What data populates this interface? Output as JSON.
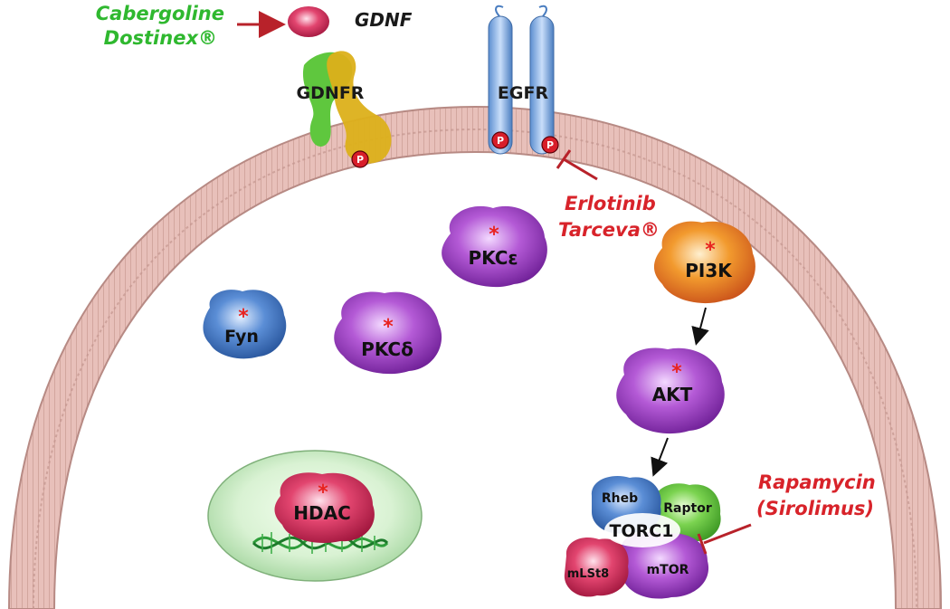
{
  "drugs": {
    "cabergoline_line1": "Cabergoline",
    "cabergoline_line2": "Dostinex®",
    "erlotinib_line1": "Erlotinib",
    "erlotinib_line2": "Tarceva®",
    "rapamycin_line1": "Rapamycin",
    "rapamycin_line2": "(Sirolimus)"
  },
  "receptors": {
    "gdnf": "GDNF",
    "gdnfr": "GDNFR",
    "egfr": "EGFR",
    "phospho": "P"
  },
  "kinases": {
    "pkce": "PKCε",
    "pkcd": "PKCδ",
    "fyn": "Fyn",
    "pi3k": "PI3K",
    "akt": "AKT",
    "hdac": "HDAC",
    "star": "*"
  },
  "torc1_complex": {
    "rheb": "Rheb",
    "raptor": "Raptor",
    "torc1": "TORC1",
    "mlst8": "mLSt8",
    "mtor": "mTOR"
  },
  "colors": {
    "drug_green": "#2fb82f",
    "drug_red": "#d8232a",
    "membrane": "#e7b9b3",
    "purple": "#a244c6",
    "blue": "#4a7cc8",
    "orange": "#ee8a1c",
    "pink": "#dd3366",
    "green": "#6acc3f"
  }
}
